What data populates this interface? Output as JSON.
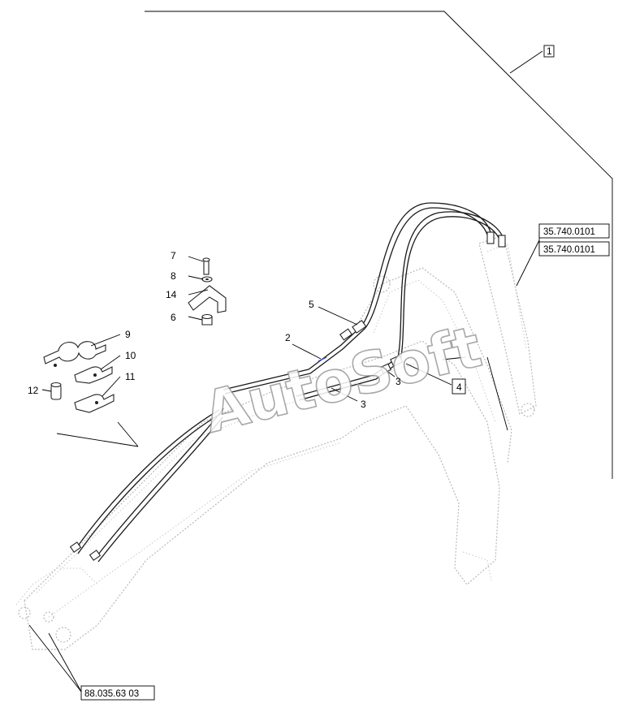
{
  "watermark": "AutoSoft",
  "callouts": {
    "c1": "1",
    "c2": "2",
    "c3a": "3",
    "c3b": "3",
    "c4": "4",
    "c5": "5",
    "c6": "6",
    "c7": "7",
    "c8": "8",
    "c9": "9",
    "c10": "10",
    "c11": "11",
    "c12": "12",
    "c14": "14"
  },
  "references": {
    "ref_upper": "35.740.0101",
    "ref_lower": "35.740.0101",
    "ref_bottom": "88.035.63 03"
  }
}
